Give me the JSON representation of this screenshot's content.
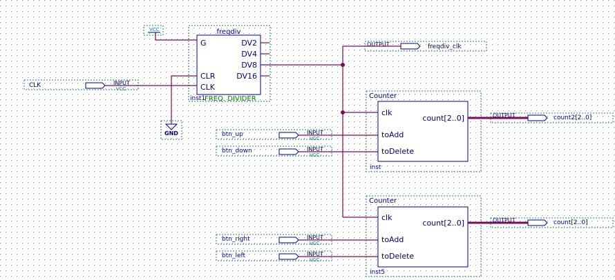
{
  "freqdiv": {
    "name": "freqdiv",
    "in_ports": [
      "G",
      "CLR",
      "CLK"
    ],
    "out_ports": [
      "DV2",
      "DV4",
      "DV8",
      "DV16"
    ],
    "instance": "inst1",
    "description": "FREQ. DIVIDER"
  },
  "power": {
    "vcc_label": "VCC",
    "gnd_label": "GND"
  },
  "inputs": [
    {
      "name": "CLK",
      "tag": "INPUT",
      "sub": "VCC"
    },
    {
      "name": "btn_up",
      "tag": "INPUT",
      "sub": "VCC"
    },
    {
      "name": "btn_down",
      "tag": "INPUT",
      "sub": "VCC"
    },
    {
      "name": "btn_right",
      "tag": "INPUT",
      "sub": "VCC"
    },
    {
      "name": "btn_left",
      "tag": "INPUT",
      "sub": "VCC"
    }
  ],
  "outputs": [
    {
      "name": "freqdiv_clk",
      "tag": "OUTPUT"
    },
    {
      "name": "count2[2..0]",
      "tag": "OUTPUT"
    },
    {
      "name": "count[2..0]",
      "tag": "OUTPUT"
    }
  ],
  "counters": [
    {
      "title": "Counter",
      "ports": [
        "clk",
        "toAdd",
        "toDelete"
      ],
      "out": "count[2..0]",
      "instance": "inst"
    },
    {
      "title": "Counter",
      "ports": [
        "clk",
        "toAdd",
        "toDelete"
      ],
      "out": "count[2..0]",
      "instance": "inst5"
    }
  ]
}
